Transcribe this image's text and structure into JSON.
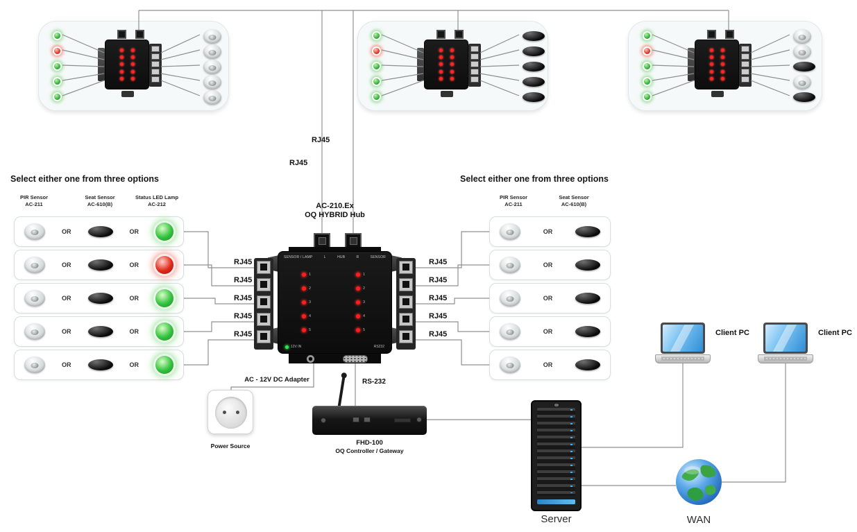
{
  "headings": {
    "left_select": "Select either one from three options",
    "right_select": "Select either one from three options"
  },
  "labels": {
    "or": "OR",
    "rj45": "RJ45"
  },
  "hub": {
    "model": "AC-210.Ex",
    "name": "OQ HYBRID Hub",
    "port_header": {
      "sensor_lamp": "SENSOR / LAMP",
      "l": "L",
      "hub": "HUB",
      "r": "R",
      "sensor": "SENSOR"
    },
    "bottom_text": {
      "power": "12V IN",
      "rs232": "RS232"
    },
    "led_numbers": [
      "1",
      "2",
      "3",
      "4",
      "5"
    ]
  },
  "left_options": {
    "columns": [
      {
        "line1": "PIR Sensor",
        "line2": "AC-211"
      },
      {
        "line1": "Seat Sensor",
        "line2": "AC-610(B)"
      },
      {
        "line1": "Status LED Lamp",
        "line2": "AC-212"
      }
    ],
    "rows": [
      {
        "lamp": "green"
      },
      {
        "lamp": "red"
      },
      {
        "lamp": "green"
      },
      {
        "lamp": "green"
      },
      {
        "lamp": "green"
      }
    ]
  },
  "right_options": {
    "columns": [
      {
        "line1": "PIR Sensor",
        "line2": "AC-211"
      },
      {
        "line1": "Seat Sensor",
        "line2": "AC-610(B)"
      }
    ]
  },
  "top_panels": [
    {
      "leds": [
        "green",
        "red",
        "green",
        "green",
        "green"
      ],
      "sensors": [
        "dome",
        "dome",
        "dome",
        "dome",
        "dome"
      ]
    },
    {
      "leds": [
        "green",
        "red",
        "green",
        "green",
        "green"
      ],
      "sensors": [
        "oval",
        "oval",
        "oval",
        "oval",
        "oval"
      ]
    },
    {
      "leds": [
        "green",
        "red",
        "green",
        "green",
        "green"
      ],
      "sensors": [
        "dome",
        "dome",
        "oval",
        "dome",
        "oval"
      ]
    }
  ],
  "connections": {
    "adapter": "AC - 12V DC Adapter",
    "rs232": "RS-232"
  },
  "devices": {
    "power_source": "Power Source",
    "controller": {
      "line1": "FHD-100",
      "line2": "OQ Controller / Gateway"
    },
    "server": "Server",
    "wan": "WAN",
    "client_pc1": "Client PC",
    "client_pc2": "Client PC"
  }
}
